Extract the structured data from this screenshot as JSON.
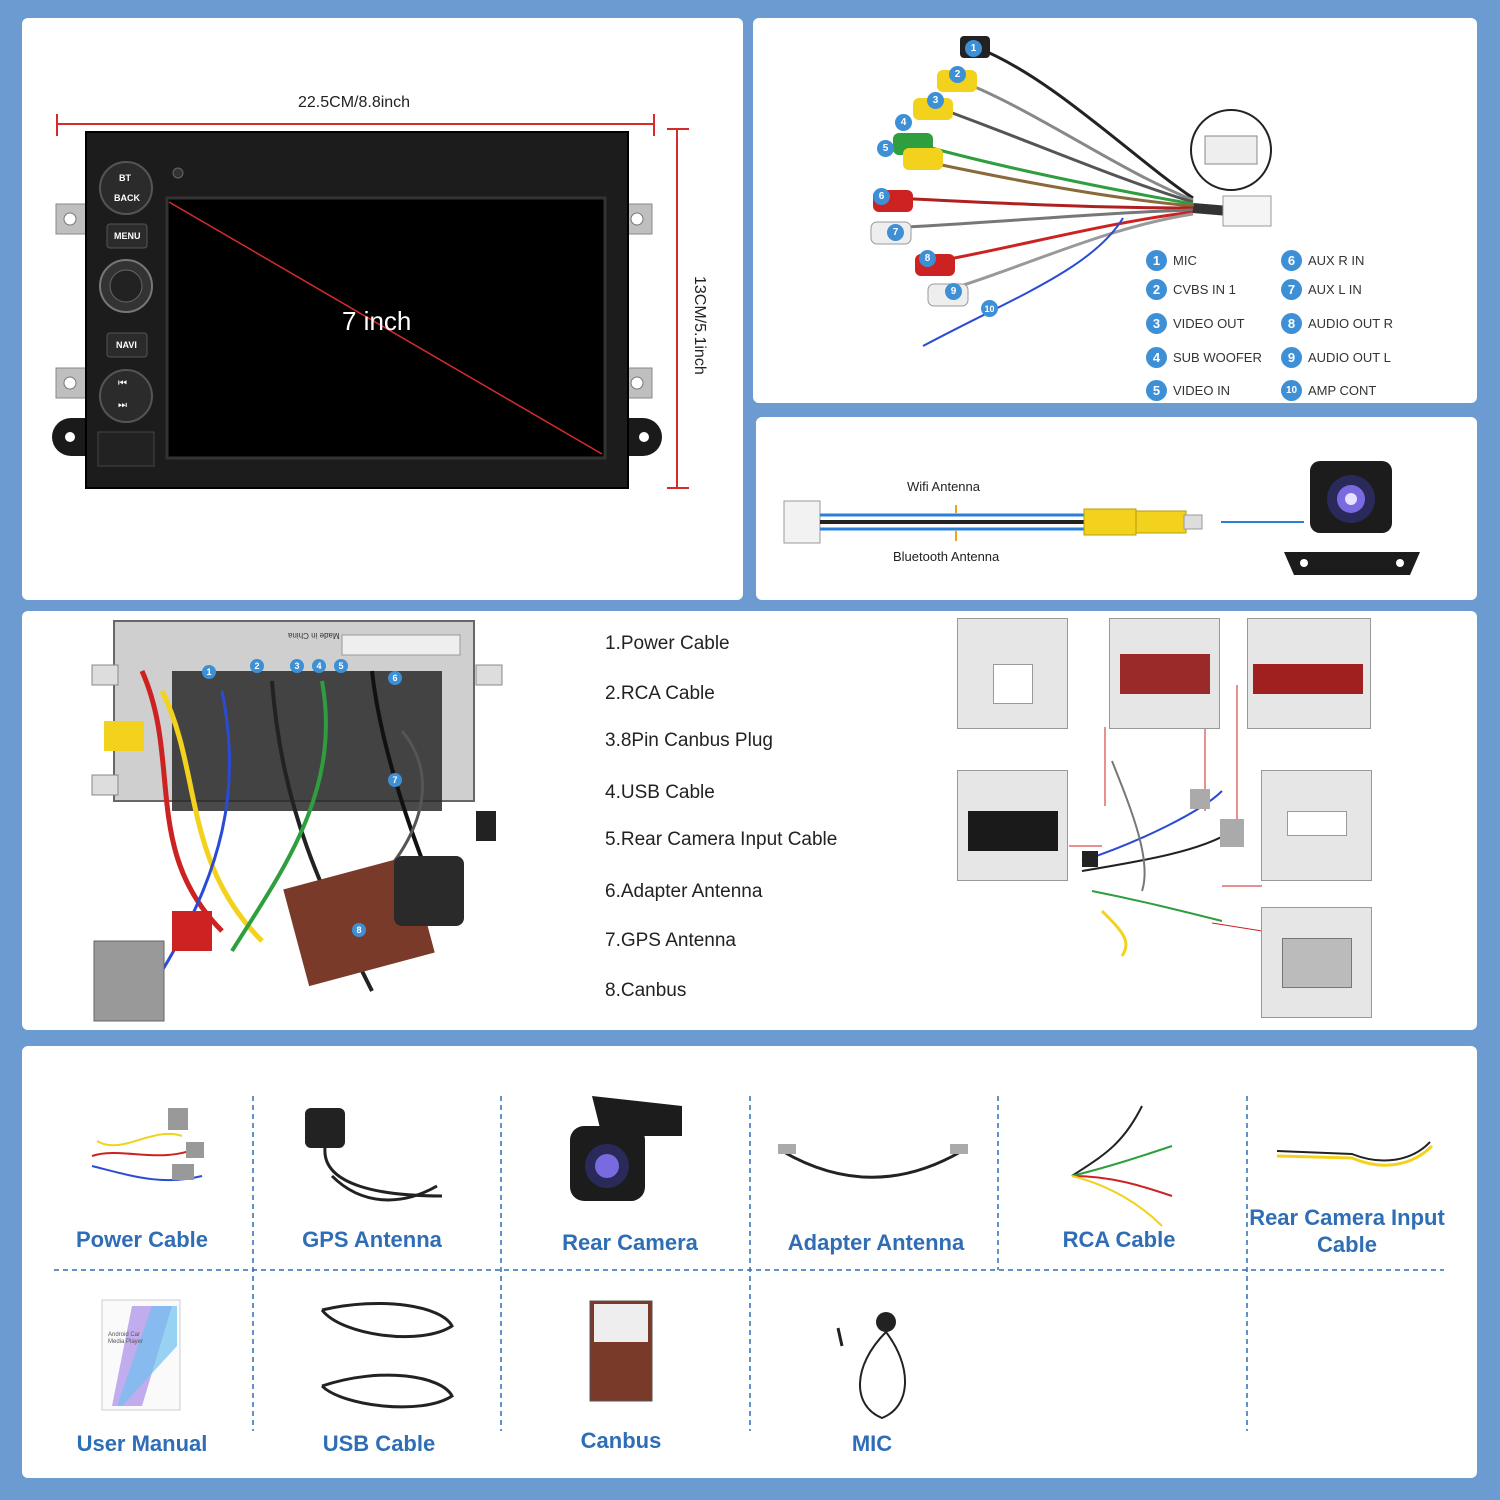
{
  "dimensions": {
    "width_label": "22.5CM/8.8inch",
    "height_label": "13CM/5.1inch",
    "screen_label": "7 inch",
    "buttons": [
      "BT",
      "BACK",
      "MENU",
      "NAVI"
    ]
  },
  "rca_legend": [
    {
      "num": "1",
      "label": "MIC"
    },
    {
      "num": "2",
      "label": "CVBS IN 1"
    },
    {
      "num": "3",
      "label": "VIDEO OUT"
    },
    {
      "num": "4",
      "label": "SUB WOOFER"
    },
    {
      "num": "5",
      "label": "VIDEO IN"
    },
    {
      "num": "6",
      "label": "AUX R IN"
    },
    {
      "num": "7",
      "label": "AUX L IN"
    },
    {
      "num": "8",
      "label": "AUDIO OUT R"
    },
    {
      "num": "9",
      "label": "AUDIO OUT L"
    },
    {
      "num": "10",
      "label": "AMP CONT"
    }
  ],
  "camera_cable": {
    "wifi_label": "Wifi Antenna",
    "bt_label": "Bluetooth Antenna"
  },
  "back_panel": {
    "badges": [
      "1",
      "2",
      "3",
      "4",
      "5",
      "6",
      "7",
      "8"
    ],
    "made_in": "Made in China"
  },
  "parts_list": [
    "1.Power Cable",
    "2.RCA Cable",
    "3.8Pin Canbus Plug",
    "4.USB Cable",
    "5.Rear Camera Input Cable",
    "6.Adapter Antenna",
    "7.GPS Antenna",
    "8.Canbus"
  ],
  "accessories": {
    "row1": [
      "Power Cable",
      "GPS Antenna",
      "Rear Camera",
      "Adapter Antenna",
      "RCA Cable",
      "Rear Camera Input Cable"
    ],
    "row2": [
      "User Manual",
      "USB Cable",
      "Canbus",
      "MIC"
    ],
    "manual_cover_text": "Android Car Media Player"
  },
  "colors": {
    "background": "#6b9bd1",
    "accent_blue": "#3d8fd6",
    "label_blue": "#2f6db5",
    "dimension_red": "#d62b2b"
  }
}
